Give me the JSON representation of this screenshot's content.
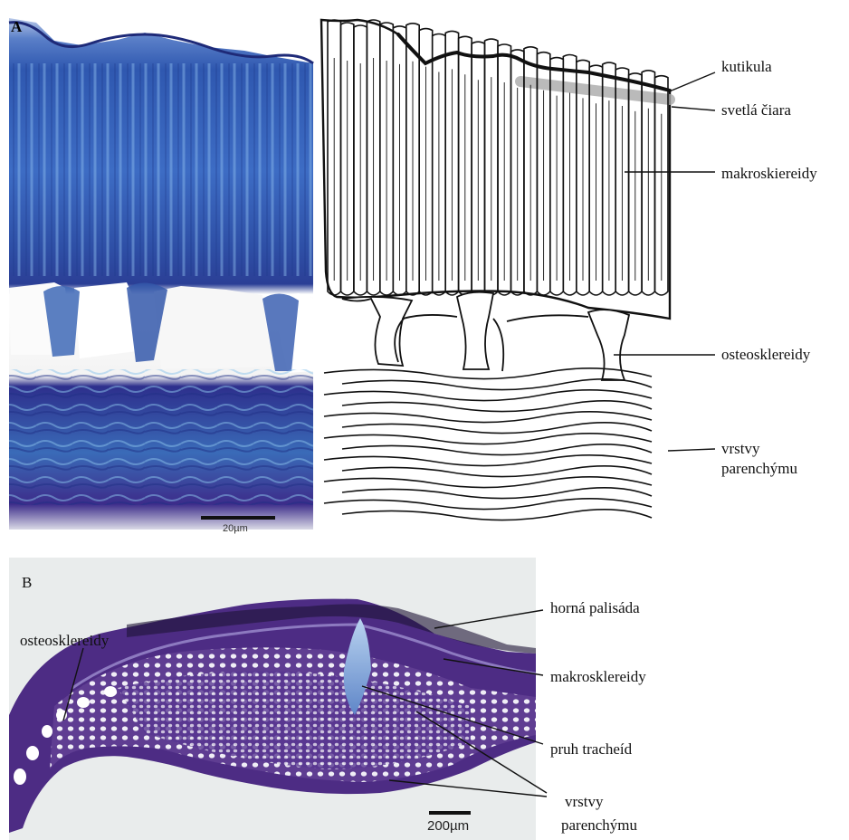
{
  "panel_a": {
    "letter": "A",
    "scale_bar": "20µm",
    "labels": {
      "cuticle": "kutikula",
      "light_line": "svetlá čiara",
      "macrosclereids": "makroskiereidy",
      "osteosclereids": "osteosklereidy",
      "parenchyma_1": "vrstvy",
      "parenchyma_2": "parenchýmu"
    }
  },
  "panel_b": {
    "letter": "B",
    "scale_bar": "200µm",
    "labels": {
      "osteosclereids": "osteosklereidy",
      "upper_palisade": "horná palisáda",
      "macrosclereids": "makrosklereidy",
      "tracheid_strip": "pruh tracheíd",
      "parenchyma_1": "vrstvy",
      "parenchyma_2": "parenchýmu"
    }
  },
  "colors": {
    "stain_dark": "#2a2b8a",
    "stain_mid": "#3d5bb8",
    "stain_light": "#7fb0e0",
    "purple_dark": "#4a2a7a",
    "purple_mid": "#6a4aa0",
    "background_b": "#e9ecec"
  }
}
